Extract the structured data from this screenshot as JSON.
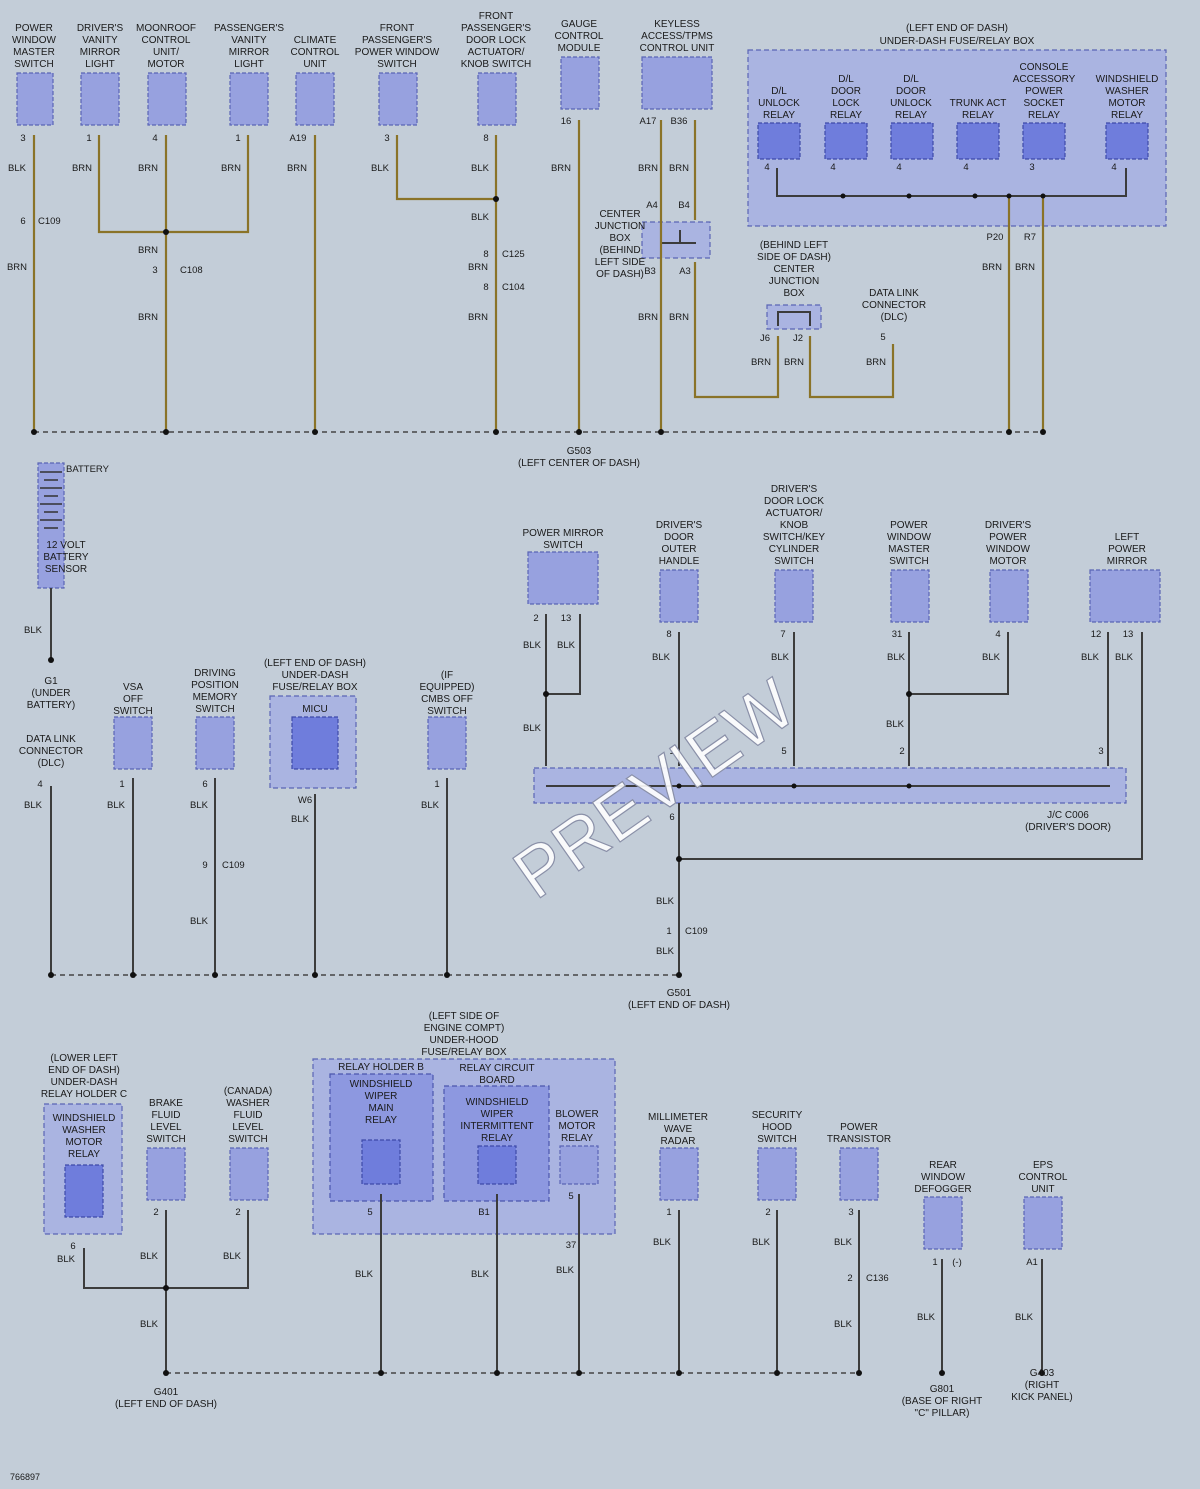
{
  "figure_id": "766897",
  "watermark": "PREVIEW",
  "colors": {
    "background": "#c3cdd8",
    "component": "#97a1df",
    "relay": "#6f7ddc",
    "wire": "#8a7328"
  },
  "grounds": {
    "g503": [
      "G503",
      "(LEFT CENTER OF DASH)"
    ],
    "g501": [
      "G501",
      "(LEFT END OF DASH)"
    ],
    "g401": [
      "G401",
      "(LEFT END OF DASH)"
    ],
    "g801": [
      "G801",
      "(BASE OF RIGHT",
      "\"C\" PILLAR)"
    ],
    "g403": [
      "G403",
      "(RIGHT",
      "KICK PANEL)"
    ],
    "g1": [
      "G1",
      "(UNDER",
      "BATTERY)"
    ]
  },
  "section1": {
    "components": [
      [
        "POWER",
        "WINDOW",
        "MASTER",
        "SWITCH"
      ],
      [
        "DRIVER'S",
        "VANITY",
        "MIRROR",
        "LIGHT"
      ],
      [
        "MOONROOF",
        "CONTROL",
        "UNIT/",
        "MOTOR"
      ],
      [
        "PASSENGER'S",
        "VANITY",
        "MIRROR",
        "LIGHT"
      ],
      [
        "CLIMATE",
        "CONTROL",
        "UNIT"
      ],
      [
        "FRONT",
        "PASSENGER'S",
        "POWER WINDOW",
        "SWITCH"
      ],
      [
        "FRONT",
        "PASSENGER'S",
        "DOOR LOCK",
        "ACTUATOR/",
        "KNOB SWITCH"
      ],
      [
        "GAUGE",
        "CONTROL",
        "MODULE"
      ],
      [
        "KEYLESS",
        "ACCESS/TPMS",
        "CONTROL UNIT"
      ]
    ],
    "fuse_box_title": [
      "(LEFT END OF DASH)",
      "UNDER-DASH FUSE/RELAY BOX"
    ],
    "relays": [
      [
        "D/L",
        "UNLOCK",
        "RELAY"
      ],
      [
        "D/L",
        "DOOR",
        "LOCK",
        "RELAY"
      ],
      [
        "D/L",
        "DOOR",
        "UNLOCK",
        "RELAY"
      ],
      [
        "TRUNK ACT",
        "RELAY"
      ],
      [
        "CONSOLE",
        "ACCESSORY",
        "POWER",
        "SOCKET",
        "RELAY"
      ],
      [
        "WINDSHIELD",
        "WASHER",
        "MOTOR",
        "RELAY"
      ]
    ],
    "center_jb": [
      "CENTER",
      "JUNCTION",
      "BOX",
      "(BEHIND",
      "LEFT SIDE",
      "OF DASH)"
    ],
    "behind_jb": [
      "(BEHIND LEFT",
      "SIDE OF DASH)",
      "CENTER",
      "JUNCTION",
      "BOX"
    ],
    "dlc": [
      "DATA LINK",
      "CONNECTOR",
      "(DLC)"
    ],
    "pins": [
      "3",
      "1",
      "4",
      "1",
      "A19",
      "3",
      "8",
      "16",
      "A17",
      "B36",
      "4",
      "4",
      "4",
      "4",
      "3",
      "4",
      "A4",
      "B4",
      "B3",
      "A3",
      "P20",
      "R7",
      "J6",
      "J2",
      "5"
    ],
    "connectors": [
      "C109",
      "C108",
      "C125",
      "C104"
    ],
    "connector_pins": [
      "6",
      "3",
      "8",
      "8"
    ],
    "wire_colors": [
      "BLK",
      "BRN"
    ]
  },
  "section2": {
    "battery": "BATTERY",
    "sensor": [
      "12 VOLT",
      "BATTERY",
      "SENSOR"
    ],
    "components": [
      [
        "DATA LINK",
        "CONNECTOR",
        "(DLC)"
      ],
      [
        "VSA",
        "OFF",
        "SWITCH"
      ],
      [
        "DRIVING",
        "POSITION",
        "MEMORY",
        "SWITCH"
      ],
      [
        "(LEFT END OF DASH)",
        "UNDER-DASH",
        "FUSE/RELAY BOX"
      ],
      [
        "(IF",
        "EQUIPPED)",
        "CMBS OFF",
        "SWITCH"
      ],
      [
        "POWER MIRROR",
        "SWITCH"
      ],
      [
        "DRIVER'S",
        "DOOR",
        "OUTER",
        "HANDLE"
      ],
      [
        "DRIVER'S",
        "DOOR LOCK",
        "ACTUATOR/",
        "KNOB",
        "SWITCH/KEY",
        "CYLINDER",
        "SWITCH"
      ],
      [
        "POWER",
        "WINDOW",
        "MASTER",
        "SWITCH"
      ],
      [
        "DRIVER'S",
        "POWER",
        "WINDOW",
        "MOTOR"
      ],
      [
        "LEFT",
        "POWER",
        "MIRROR"
      ]
    ],
    "micu": "MICU",
    "jc": [
      "J/C C006",
      "(DRIVER'S DOOR)"
    ],
    "pins": [
      "4",
      "1",
      "6",
      "W6",
      "1",
      "2",
      "13",
      "8",
      "7",
      "31",
      "4",
      "12",
      "13",
      "1",
      "5",
      "2",
      "3",
      "6"
    ],
    "connectors": [
      "C109",
      "C109"
    ],
    "connector_pins": [
      "9",
      "1"
    ]
  },
  "section3": {
    "relay_holder_c": [
      "(LOWER LEFT",
      "END OF DASH)",
      "UNDER-DASH",
      "RELAY HOLDER C"
    ],
    "washer_relay": [
      "WINDSHIELD",
      "WASHER",
      "MOTOR",
      "RELAY"
    ],
    "components": [
      [
        "BRAKE",
        "FLUID",
        "LEVEL",
        "SWITCH"
      ],
      [
        "(CANADA)",
        "WASHER",
        "FLUID",
        "LEVEL",
        "SWITCH"
      ],
      [
        "MILLIMETER",
        "WAVE",
        "RADAR"
      ],
      [
        "SECURITY",
        "HOOD",
        "SWITCH"
      ],
      [
        "POWER",
        "TRANSISTOR"
      ],
      [
        "REAR",
        "WINDOW",
        "DEFOGGER"
      ],
      [
        "EPS",
        "CONTROL",
        "UNIT"
      ]
    ],
    "underhood_title": [
      "(LEFT SIDE OF",
      "ENGINE COMPT)",
      "UNDER-HOOD",
      "FUSE/RELAY BOX"
    ],
    "relay_holder_b": "RELAY HOLDER B",
    "wiper_main": [
      "WINDSHIELD",
      "WIPER",
      "MAIN",
      "RELAY"
    ],
    "circuit_board": [
      "RELAY CIRCUIT",
      "BOARD"
    ],
    "wiper_int": [
      "WINDSHIELD",
      "WIPER",
      "INTERMITTENT",
      "RELAY"
    ],
    "blower": [
      "BLOWER",
      "MOTOR",
      "RELAY"
    ],
    "pins": [
      "6",
      "2",
      "2",
      "5",
      "B1",
      "5",
      "37",
      "1",
      "2",
      "3",
      "1",
      "(-)",
      "A1"
    ],
    "connectors": [
      "C136"
    ],
    "connector_pins": [
      "2"
    ]
  }
}
